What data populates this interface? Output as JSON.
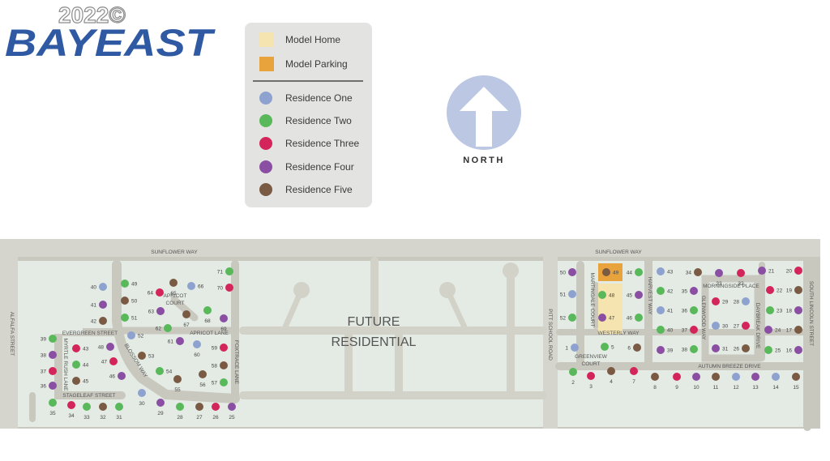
{
  "logo": {
    "year": "2022©",
    "brand": "BAYEAST"
  },
  "legend": {
    "items": [
      {
        "label": "Model Home",
        "color": "#f6e4b0",
        "shape": "square"
      },
      {
        "label": "Model Parking",
        "color": "#e8a33d",
        "shape": "square"
      },
      {
        "label": "Residence One",
        "color": "#8ea2cf",
        "shape": "circle"
      },
      {
        "label": "Residence Two",
        "color": "#58b85a",
        "shape": "circle"
      },
      {
        "label": "Residence Three",
        "color": "#d3255a",
        "shape": "circle"
      },
      {
        "label": "Residence Four",
        "color": "#8a4fa3",
        "shape": "circle"
      },
      {
        "label": "Residence Five",
        "color": "#7a5a43",
        "shape": "circle"
      }
    ]
  },
  "compass": {
    "label": "NORTH",
    "color": "#bcc7e3",
    "icon": "north-arrow-icon"
  },
  "map": {
    "future_residential": [
      "FUTURE",
      "RESIDENTIAL"
    ],
    "streets": {
      "sunflower_west": "SUNFLOWER WAY",
      "sunflower_east": "SUNFLOWER WAY",
      "alfalfa": "ALFALFA STREET",
      "evergreen": "EVERGREEN STREET",
      "myrtle_rush": "MYRTLE RUSH LANE",
      "blossom": "BLOSSOM WAY",
      "stageleaf": "STAGELEAF STREET",
      "apricot_court": [
        "APRICOT",
        "COURT"
      ],
      "apricot_lane": "APRICOT LANE",
      "foxtrace": "FOXTRACE LANE",
      "pitt_school": "PITT SCHOOL ROAD",
      "martingale": "MARTINGALE COURT",
      "harvest": "HARVEST WAY",
      "westerly": "WESTERLY WAY",
      "greenview": [
        "GREENVIEW",
        "COURT"
      ],
      "morningside": "MORNINGSIDE PLACE",
      "glenwood": "GLENWOOD WAY",
      "daybreak": "DAYBREAK DRIVE",
      "south_lincoln": "SOUTH LINCOLN STREET",
      "autumn_breeze": "AUTUMN BREEZE DRIVE"
    },
    "lots_west": [
      {
        "n": "40",
        "t": 1
      },
      {
        "n": "41",
        "t": 4
      },
      {
        "n": "42",
        "t": 5
      },
      {
        "n": "49",
        "t": 2
      },
      {
        "n": "50",
        "t": 5
      },
      {
        "n": "51",
        "t": 2
      },
      {
        "n": "52",
        "t": 1
      },
      {
        "n": "53",
        "t": 5
      },
      {
        "n": "39",
        "t": 2
      },
      {
        "n": "38",
        "t": 4
      },
      {
        "n": "37",
        "t": 3
      },
      {
        "n": "36",
        "t": 4
      },
      {
        "n": "35",
        "t": 2
      },
      {
        "n": "43",
        "t": 3
      },
      {
        "n": "44",
        "t": 2
      },
      {
        "n": "45",
        "t": 5
      },
      {
        "n": "48",
        "t": 4
      },
      {
        "n": "47",
        "t": 3
      },
      {
        "n": "46",
        "t": 4
      },
      {
        "n": "34",
        "t": 3
      },
      {
        "n": "33",
        "t": 2
      },
      {
        "n": "32",
        "t": 5
      },
      {
        "n": "31",
        "t": 2
      },
      {
        "n": "30",
        "t": 1
      },
      {
        "n": "29",
        "t": 4
      },
      {
        "n": "28",
        "t": 2
      },
      {
        "n": "27",
        "t": 5
      },
      {
        "n": "26",
        "t": 3
      },
      {
        "n": "25",
        "t": 4
      },
      {
        "n": "64",
        "t": 3
      },
      {
        "n": "65",
        "t": 5
      },
      {
        "n": "66",
        "t": 1
      },
      {
        "n": "63",
        "t": 4
      },
      {
        "n": "67",
        "t": 5
      },
      {
        "n": "68",
        "t": 2
      },
      {
        "n": "69",
        "t": 4
      },
      {
        "n": "62",
        "t": 2
      },
      {
        "n": "61",
        "t": 4
      },
      {
        "n": "60",
        "t": 1
      },
      {
        "n": "54",
        "t": 2
      },
      {
        "n": "55",
        "t": 5
      },
      {
        "n": "56",
        "t": 5
      },
      {
        "n": "71",
        "t": 2
      },
      {
        "n": "70",
        "t": 3
      },
      {
        "n": "59",
        "t": 3
      },
      {
        "n": "58",
        "t": 5
      },
      {
        "n": "57",
        "t": 2
      }
    ],
    "lots_east": [
      {
        "n": "50",
        "t": 4
      },
      {
        "n": "51",
        "t": 1
      },
      {
        "n": "52",
        "t": 2
      },
      {
        "n": "49",
        "t": 5
      },
      {
        "n": "48",
        "t": 2
      },
      {
        "n": "47",
        "t": 4
      },
      {
        "n": "44",
        "t": 2
      },
      {
        "n": "45",
        "t": 4
      },
      {
        "n": "46",
        "t": 2
      },
      {
        "n": "1",
        "t": 1
      },
      {
        "n": "5",
        "t": 2
      },
      {
        "n": "6",
        "t": 5
      },
      {
        "n": "2",
        "t": 2
      },
      {
        "n": "3",
        "t": 3
      },
      {
        "n": "4",
        "t": 5
      },
      {
        "n": "7",
        "t": 3
      },
      {
        "n": "43",
        "t": 1
      },
      {
        "n": "42",
        "t": 2
      },
      {
        "n": "41",
        "t": 1
      },
      {
        "n": "40",
        "t": 2
      },
      {
        "n": "39",
        "t": 4
      },
      {
        "n": "34",
        "t": 5
      },
      {
        "n": "35",
        "t": 4
      },
      {
        "n": "36",
        "t": 2
      },
      {
        "n": "37",
        "t": 3
      },
      {
        "n": "38",
        "t": 2
      },
      {
        "n": "33",
        "t": 4
      },
      {
        "n": "32",
        "t": 3
      },
      {
        "n": "29",
        "t": 3
      },
      {
        "n": "28",
        "t": 1
      },
      {
        "n": "30",
        "t": 1
      },
      {
        "n": "27",
        "t": 3
      },
      {
        "n": "31",
        "t": 4
      },
      {
        "n": "26",
        "t": 5
      },
      {
        "n": "21",
        "t": 4
      },
      {
        "n": "20",
        "t": 3
      },
      {
        "n": "22",
        "t": 3
      },
      {
        "n": "19",
        "t": 5
      },
      {
        "n": "23",
        "t": 2
      },
      {
        "n": "18",
        "t": 4
      },
      {
        "n": "24",
        "t": 4
      },
      {
        "n": "17",
        "t": 5
      },
      {
        "n": "25",
        "t": 2
      },
      {
        "n": "16",
        "t": 4
      },
      {
        "n": "8",
        "t": 5
      },
      {
        "n": "9",
        "t": 3
      },
      {
        "n": "10",
        "t": 4
      },
      {
        "n": "11",
        "t": 5
      },
      {
        "n": "12",
        "t": 1
      },
      {
        "n": "13",
        "t": 4
      },
      {
        "n": "14",
        "t": 1
      },
      {
        "n": "15",
        "t": 5
      }
    ]
  }
}
